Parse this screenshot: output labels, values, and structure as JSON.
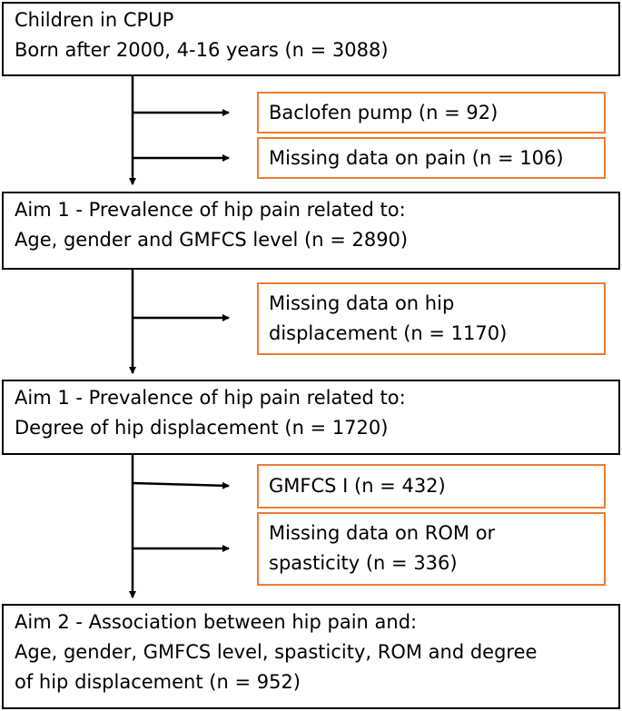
{
  "boxes": {
    "start": {
      "line1": "Children in CPUP",
      "line2": "Born after 2000, 4-16 years (n = 3088)"
    },
    "aim1_a": {
      "line1": "Aim 1 - Prevalence of hip pain related to:",
      "line2": "Age, gender and GMFCS level (n = 2890)"
    },
    "aim1_b": {
      "line1": "Aim 1 - Prevalence of hip pain related to:",
      "line2": "Degree of hip displacement (n = 1720)"
    },
    "aim2": {
      "line1": "Aim 2 - Association between hip pain and:",
      "line2": "Age, gender, GMFCS level, spasticity, ROM and degree",
      "line3": "of hip displacement (n = 952)"
    }
  },
  "exclusions": {
    "baclofen": "Baclofen pump (n = 92)",
    "missing_pain": "Missing data on pain (n = 106)",
    "missing_hip_line1": "Missing data on hip",
    "missing_hip_line2": "displacement (n = 1170)",
    "gmfcs1": "GMFCS I (n = 432)",
    "missing_rom_line1": "Missing data on ROM or",
    "missing_rom_line2": "spasticity (n = 336)"
  },
  "colors": {
    "main_border": "#000000",
    "exclusion_border": "#ED7D31"
  }
}
